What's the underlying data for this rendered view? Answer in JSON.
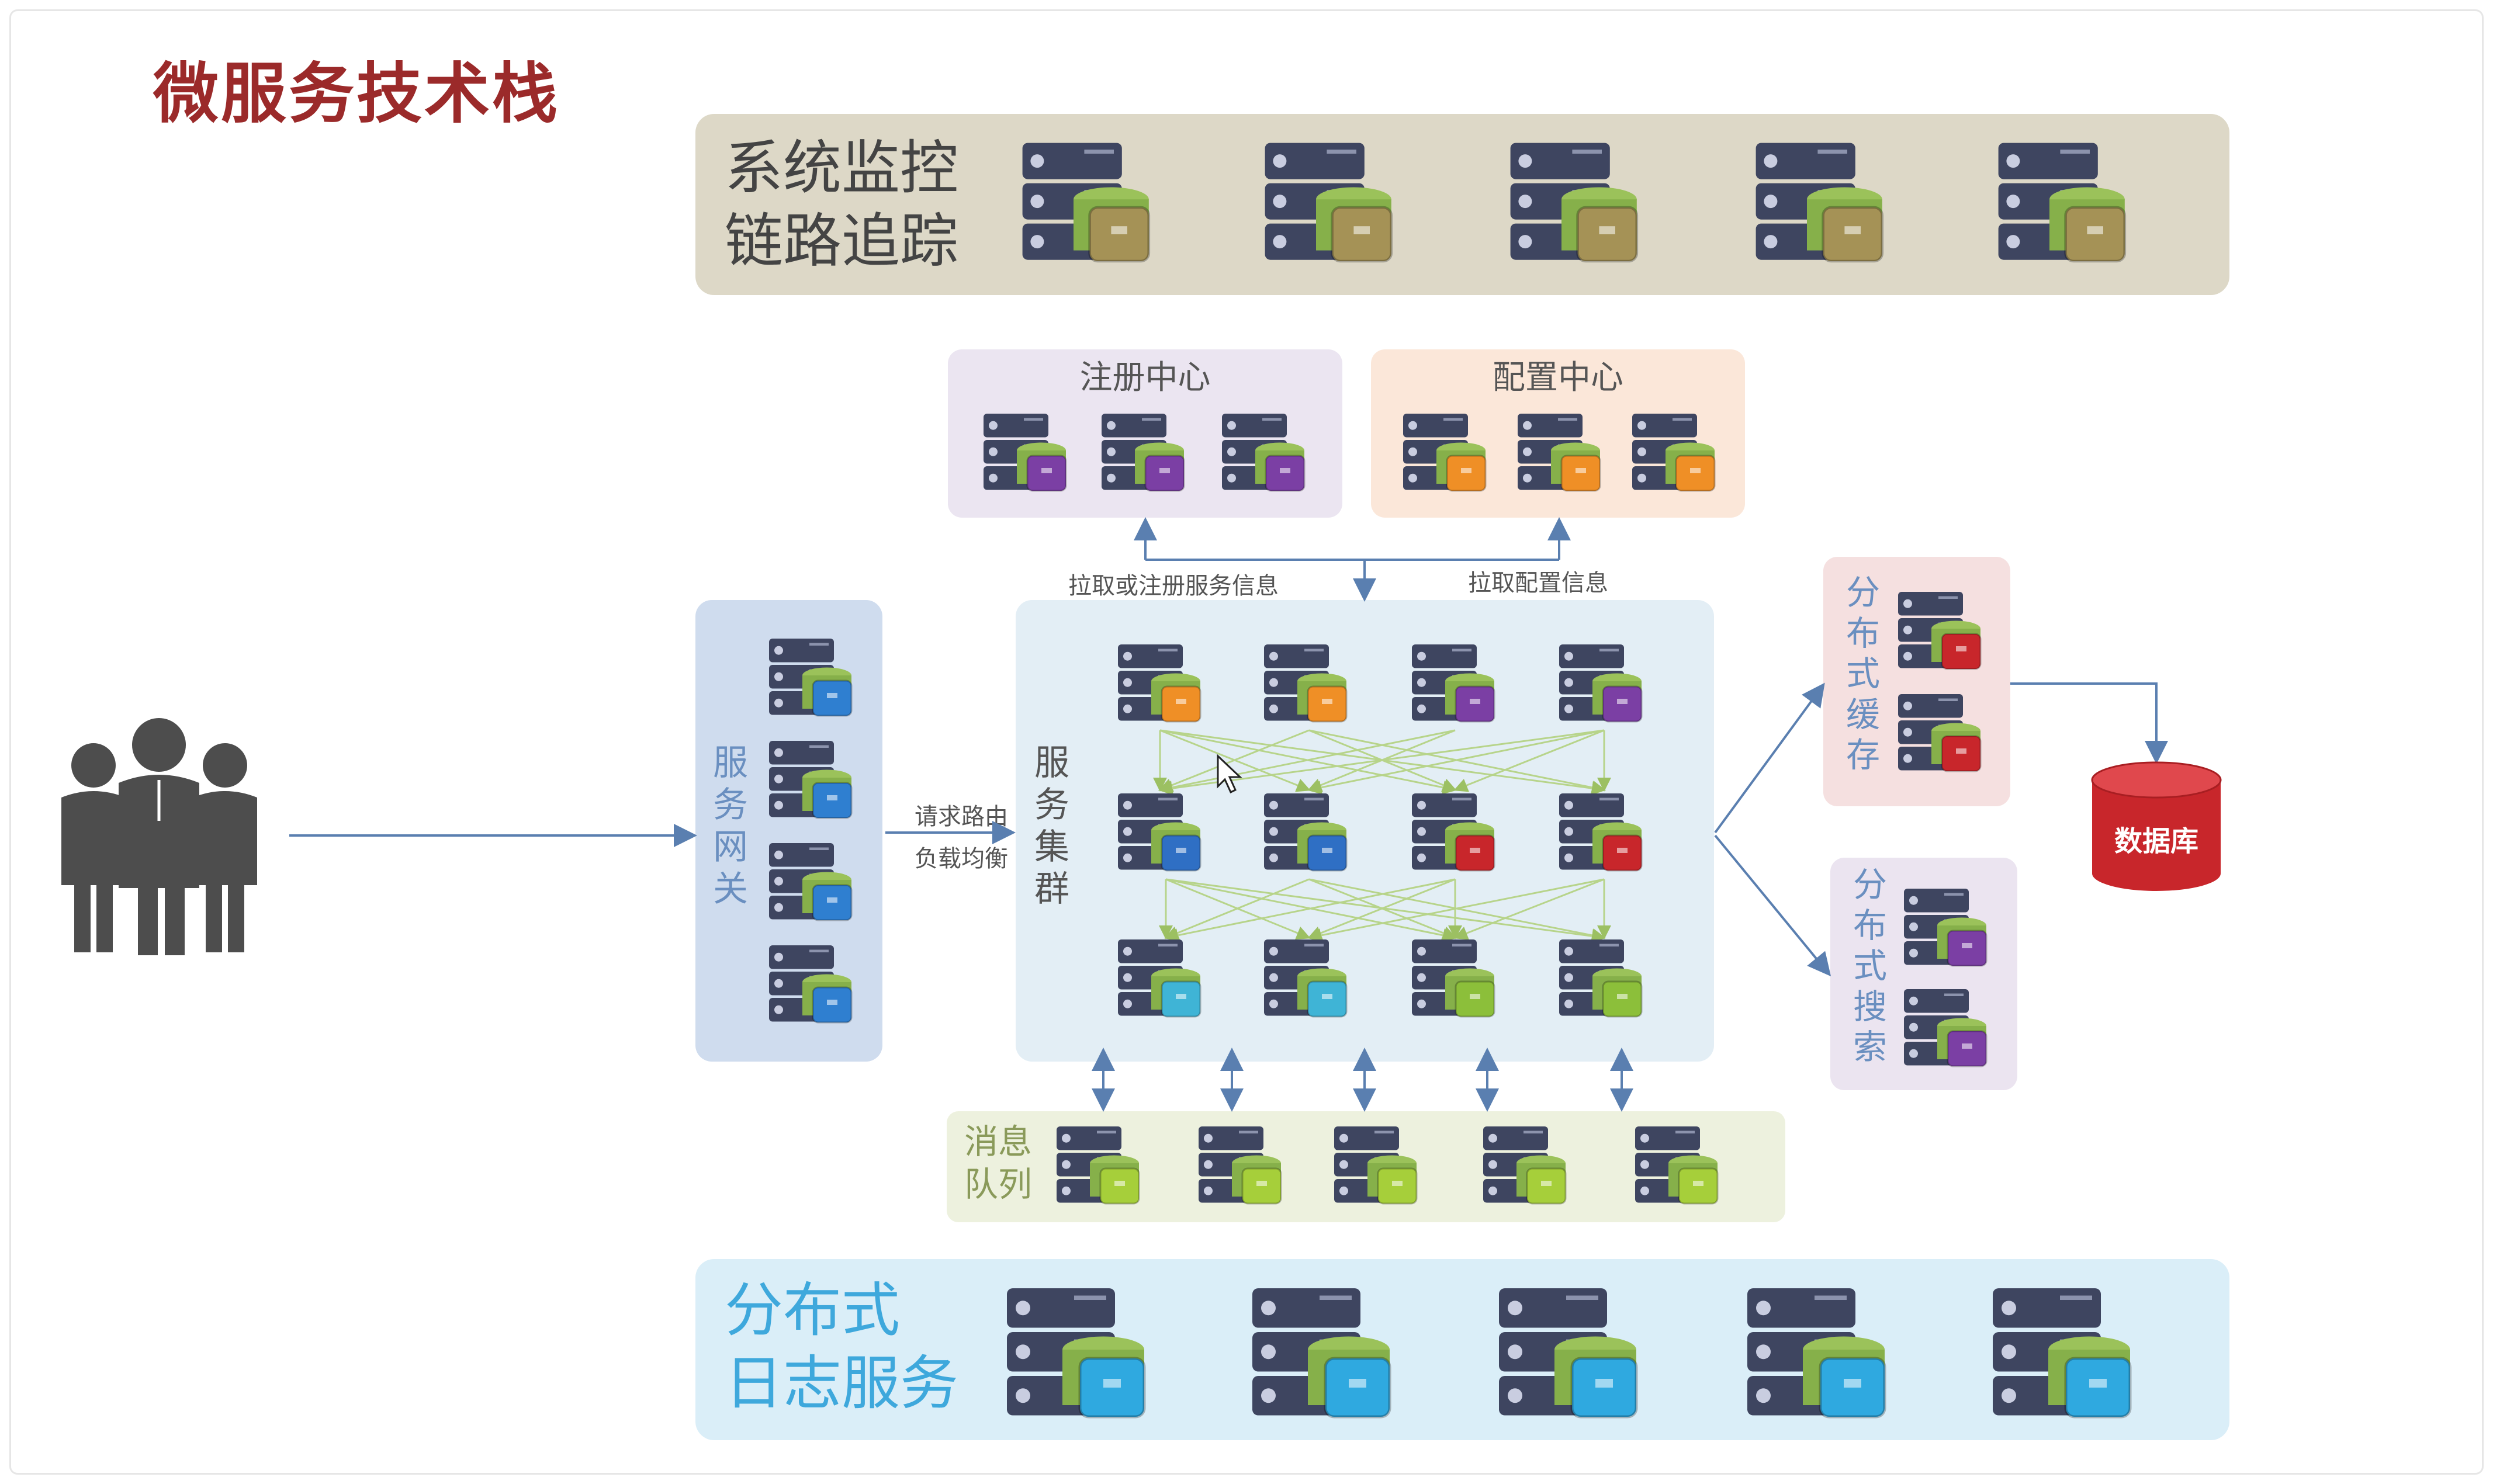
{
  "title": "微服务技术栈",
  "monitoring": {
    "line1": "系统监控",
    "line2": "链路追踪"
  },
  "registry": {
    "label": "注册中心"
  },
  "config": {
    "label": "配置中心"
  },
  "gateway": {
    "label": "服务网关"
  },
  "cluster": {
    "label": "服务集群"
  },
  "cache": {
    "label": "分布式缓存"
  },
  "search": {
    "label": "分布式搜索"
  },
  "mq": {
    "line1": "消息",
    "line2": "队列"
  },
  "logging": {
    "line1": "分布式",
    "line2": "日志服务"
  },
  "database": {
    "label": "数据库"
  },
  "edges": {
    "pull_register": "拉取或注册服务信息",
    "pull_config": "拉取配置信息",
    "routing": "请求路由",
    "load_balance": "负载均衡"
  },
  "icons": {
    "users": "people-group-icon",
    "server": "server-icon",
    "database": "database-cylinder-icon",
    "cursor": "mouse-pointer-icon"
  },
  "colors": {
    "title": "#9b2a2a",
    "monitoring_panel": "#ddd8c7",
    "registry_panel": "#ebe5f1",
    "config_panel": "#fbe7d9",
    "gateway_panel": "#cfdcee",
    "cluster_panel": "#e3eef5",
    "cache_panel": "#f5e0e0",
    "search_panel": "#ebe4f0",
    "mq_panel": "#edf1de",
    "logging_panel": "#daeef8",
    "database": "#c8262b",
    "arrow": "#5a7fb0",
    "mesh": "#b7d48a"
  }
}
